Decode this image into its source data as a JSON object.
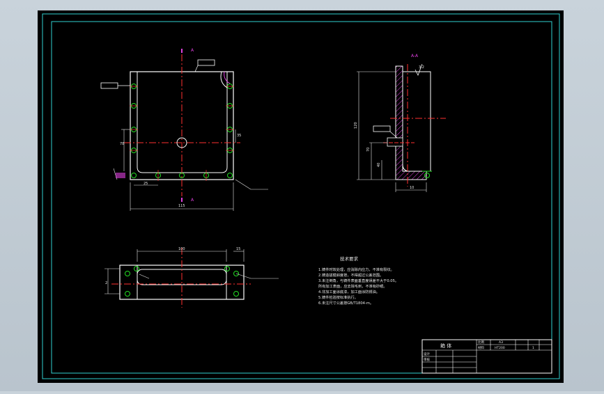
{
  "colors": {
    "background": "#000000",
    "frame": "#30d0d0",
    "outline": "#ffffff",
    "centerline": "#ff3030",
    "hole": "#22dd22",
    "hatch": "#e040e0",
    "dim": "#e8e8e8",
    "chrome": "#c3ccd4"
  },
  "top_view": {
    "section_mark": "A",
    "section_mark_bottom": "A",
    "dim_width": "115",
    "dim_left": "78",
    "dim_small": "25",
    "dim_right": "35",
    "tag_left": "",
    "tag_top": ""
  },
  "side_view": {
    "section_title": "A-A",
    "roughness": "3.2",
    "dim_height": "120",
    "dim_mid": "70",
    "dim_low": "40",
    "dim_base": "10",
    "tag": ""
  },
  "bottom_view": {
    "dim_length": "100",
    "dim_end": "15",
    "dim_side": "2",
    "note": ""
  },
  "tech_requirements": {
    "title": "技术要求",
    "lines": [
      "1.铸件时效处理，应消除内应力，不准有裂纹。",
      "2.铸造拔模斜度按，不得超过公差范围。",
      "3.未注倒角，与铸件表面垂直度误差不大于0.05。",
      "   所有加工表面，应去除毛刺，不准有砂眼。",
      "4.非加工面涂底漆，加工面涂防锈油。",
      "5.铸件检验按标准执行。",
      "6.未注尺寸公差按GB/T1804-m。"
    ]
  },
  "title_block": {
    "part_name": "箱 体",
    "scale_label": "比例",
    "scale_value": "A3",
    "material_label": "材料",
    "material_value": "HT200",
    "quantity_value": "1",
    "designer_label": "设计",
    "checker_label": "审核",
    "school": "",
    "drawing_number": ""
  }
}
